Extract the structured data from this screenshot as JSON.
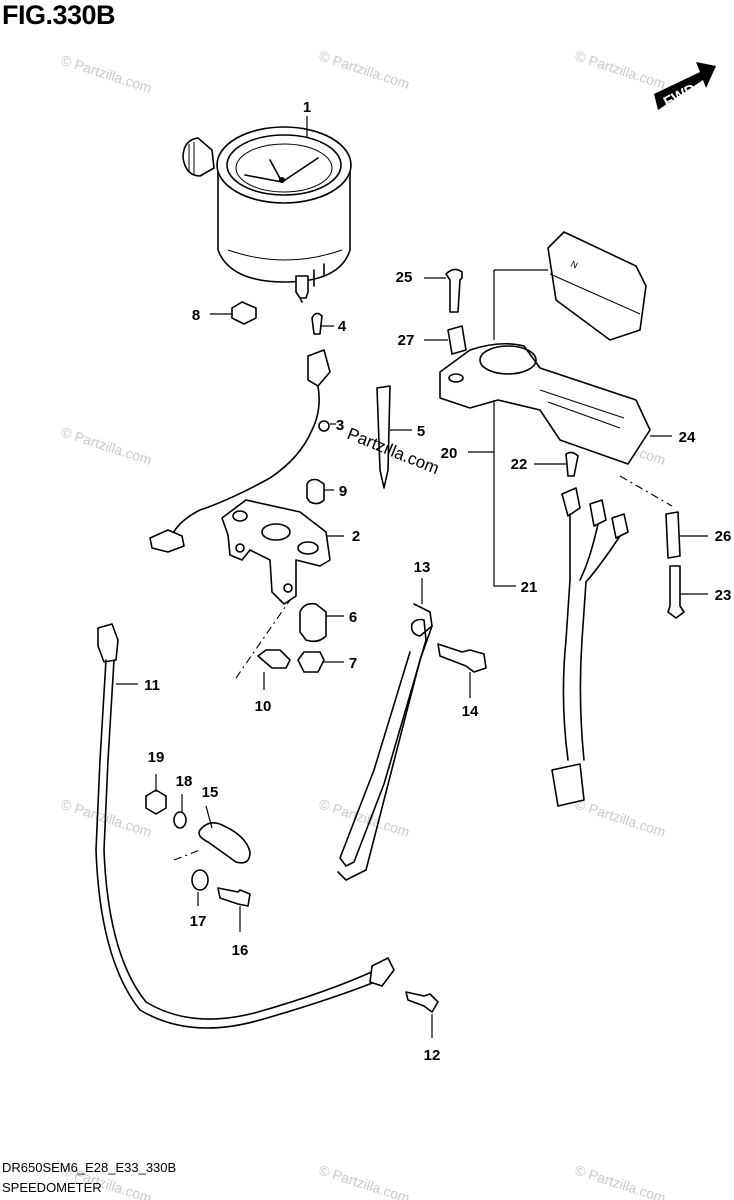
{
  "figure": {
    "title": "FIG.330B",
    "code": "DR650SEM6_E28_E33_330B",
    "subtitle": "SPEEDOMETER",
    "direction_label": "FWD"
  },
  "watermark": {
    "text": "© Partzilla.com",
    "overlay_text": "Partzilla.com"
  },
  "callouts": [
    "1",
    "2",
    "3",
    "4",
    "5",
    "6",
    "7",
    "8",
    "9",
    "10",
    "11",
    "12",
    "13",
    "14",
    "15",
    "16",
    "17",
    "18",
    "19",
    "20",
    "21",
    "22",
    "23",
    "24",
    "25",
    "26",
    "27"
  ]
}
